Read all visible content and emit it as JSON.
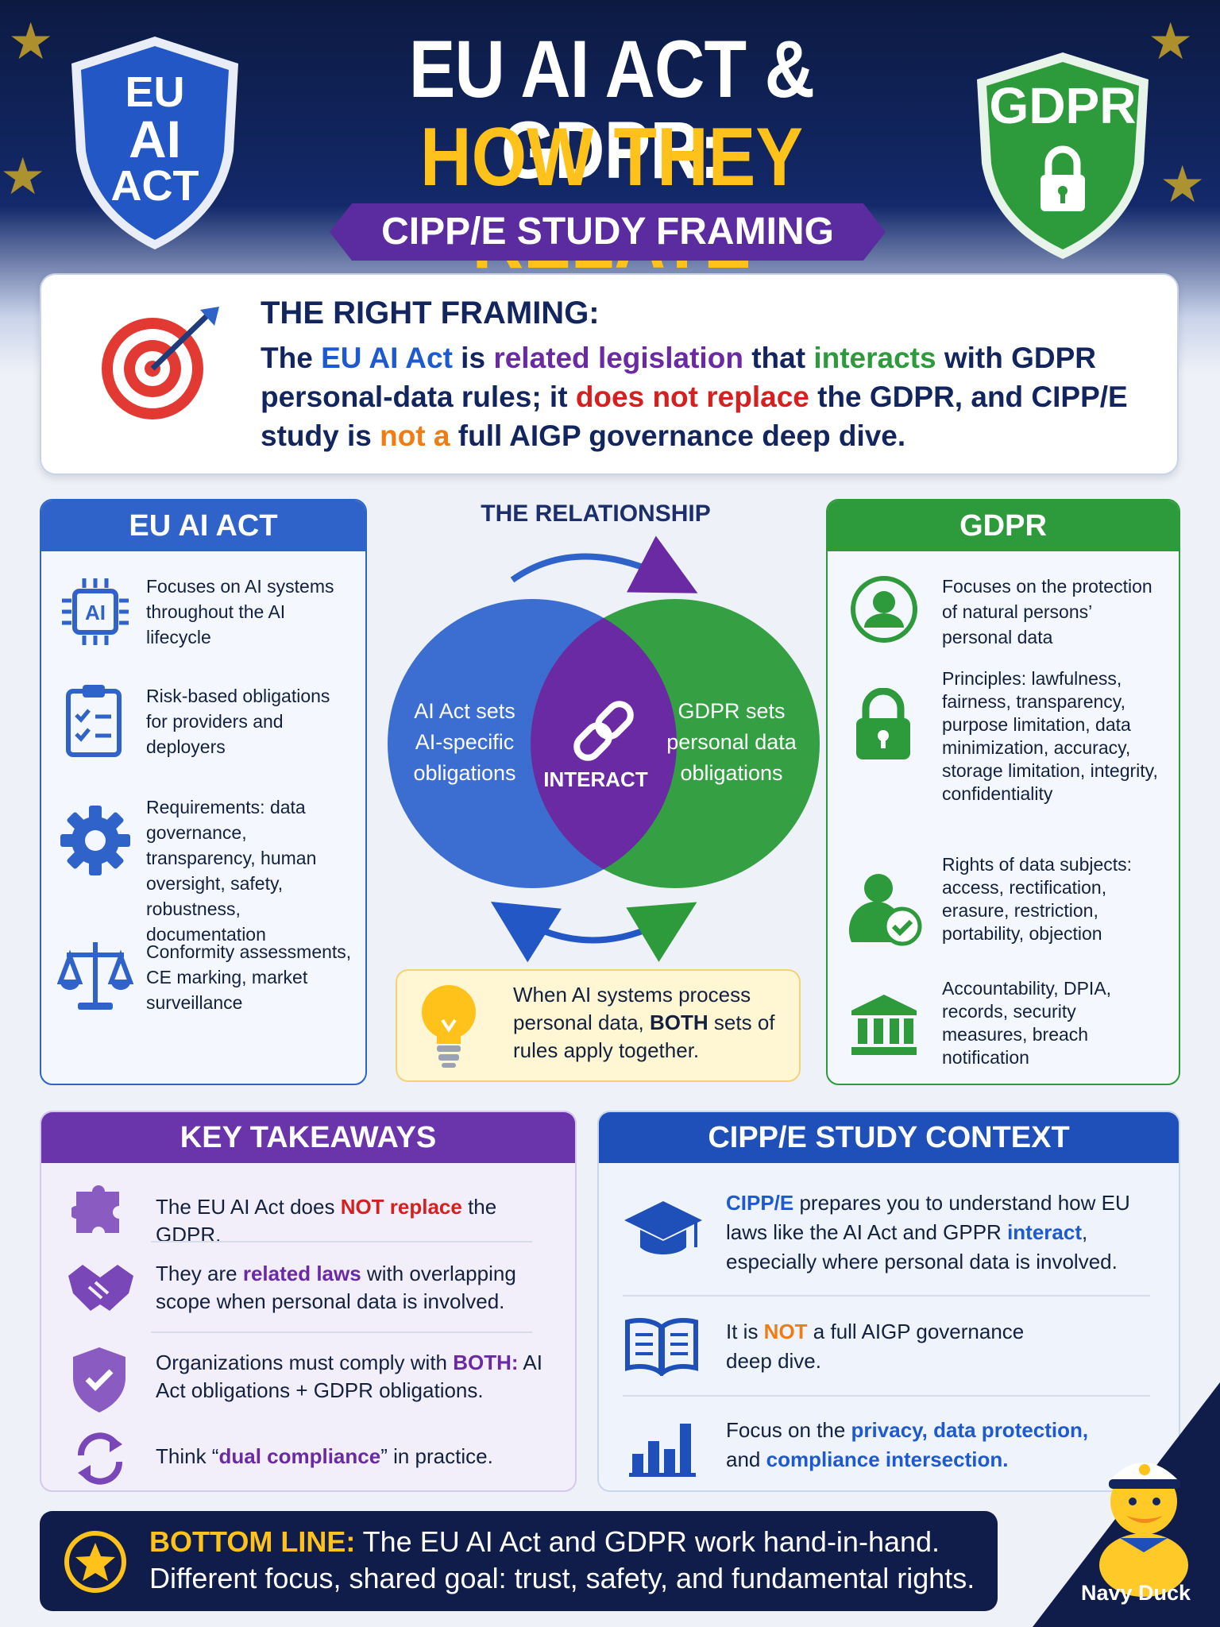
{
  "header": {
    "left_badge": [
      "EU",
      "AI",
      "ACT"
    ],
    "right_badge": "GDPR",
    "title_line1": "EU AI ACT & GDPR:",
    "title_line2": "HOW THEY RELATE",
    "subtitle": "CIPP/E STUDY FRAMING"
  },
  "framing": {
    "title": "THE RIGHT FRAMING:",
    "segments": [
      {
        "text": "The ",
        "color": "default"
      },
      {
        "text": "EU AI Act",
        "color": "blue"
      },
      {
        "text": " is ",
        "color": "default"
      },
      {
        "text": "related legislation",
        "color": "purple"
      },
      {
        "text": " that ",
        "color": "default"
      },
      {
        "text": "interacts",
        "color": "green"
      },
      {
        "text": " with GDPR personal-data rules; it ",
        "color": "default"
      },
      {
        "text": "does not replace",
        "color": "red"
      },
      {
        "text": " the GDPR, and CIPP/E study is ",
        "color": "default"
      },
      {
        "text": "not a",
        "color": "orange"
      },
      {
        "text": " full AIGP governance deep dive.",
        "color": "default"
      }
    ]
  },
  "ai_act_panel": {
    "title": "EU AI ACT",
    "items": [
      {
        "icon": "ai-chip-icon",
        "text": "Focuses on AI systems throughout the AI lifecycle"
      },
      {
        "icon": "clipboard-checklist-icon",
        "text": "Risk-based obligations for providers and deployers"
      },
      {
        "icon": "gear-icon",
        "text": "Requirements: data governance, transparency, human oversight, safety, robustness, documentation"
      },
      {
        "icon": "scales-icon",
        "text": "Conformity assessments, CE marking, market surveillance"
      }
    ],
    "chip_label": "AI"
  },
  "relationship": {
    "title": "THE RELATIONSHIP",
    "left_circle": [
      "AI Act sets",
      "AI-specific",
      "obligations"
    ],
    "right_circle": [
      "GDPR sets",
      "personal data",
      "obligations"
    ],
    "overlap": "INTERACT",
    "note_segments": [
      {
        "text": "When AI systems process personal data, ",
        "bold": false
      },
      {
        "text": "BOTH",
        "bold": true
      },
      {
        "text": " sets of rules apply together.",
        "bold": false
      }
    ]
  },
  "gdpr_panel": {
    "title": "GDPR",
    "items": [
      {
        "icon": "person-icon",
        "text": "Focuses on the protection of natural persons’ personal data"
      },
      {
        "icon": "lock-icon",
        "text": "Principles: lawfulness, fairness, transparency, purpose limitation, data minimization, accuracy, storage limitation, integrity, confidentiality"
      },
      {
        "icon": "person-check-icon",
        "text": "Rights of data subjects: access, rectification, erasure, restriction, portability, objection"
      },
      {
        "icon": "institution-icon",
        "text": "Accountability, DPIA, records, security measures, breach notification"
      }
    ]
  },
  "key_takeaways": {
    "title": "KEY TAKEAWAYS",
    "rows": [
      {
        "icon": "puzzle-icon",
        "segments": [
          {
            "text": "The EU AI Act does ",
            "style": "plain"
          },
          {
            "text": "NOT replace",
            "style": "red"
          },
          {
            "text": " the GDPR.",
            "style": "plain"
          }
        ]
      },
      {
        "icon": "handshake-icon",
        "segments": [
          {
            "text": "They are ",
            "style": "plain"
          },
          {
            "text": "related laws",
            "style": "purple"
          },
          {
            "text": " with overlapping scope when personal data is involved.",
            "style": "plain"
          }
        ]
      },
      {
        "icon": "shield-check-icon",
        "segments": [
          {
            "text": "Organizations must comply with ",
            "style": "plain"
          },
          {
            "text": "BOTH:",
            "style": "purple"
          },
          {
            "text": " AI Act obligations + GDPR obligations.",
            "style": "plain"
          }
        ]
      },
      {
        "icon": "cycle-arrows-icon",
        "segments": [
          {
            "text": "Think “",
            "style": "plain"
          },
          {
            "text": "dual compliance",
            "style": "purple"
          },
          {
            "text": "” in practice.",
            "style": "plain"
          }
        ]
      }
    ]
  },
  "study_context": {
    "title": "CIPP/E STUDY CONTEXT",
    "rows": [
      {
        "icon": "graduation-cap-icon",
        "segments": [
          {
            "text": "CIPP/E",
            "style": "blue"
          },
          {
            "text": " prepares you to understand how EU laws like the AI Act and GPPR ",
            "style": "plain"
          },
          {
            "text": "interact",
            "style": "blue"
          },
          {
            "text": ", especially where personal data is involved.",
            "style": "plain"
          }
        ]
      },
      {
        "icon": "open-book-icon",
        "segments": [
          {
            "text": "It is ",
            "style": "plain"
          },
          {
            "text": "NOT",
            "style": "orange"
          },
          {
            "text": " a full AIGP governance deep dive.",
            "style": "plain"
          }
        ]
      },
      {
        "icon": "bar-chart-icon",
        "segments": [
          {
            "text": "Focus on the ",
            "style": "plain"
          },
          {
            "text": "privacy, data protection,",
            "style": "blue"
          },
          {
            "text": " and ",
            "style": "plain"
          },
          {
            "text": "compliance intersection.",
            "style": "blue"
          }
        ]
      }
    ]
  },
  "bottom_line": {
    "label": "BOTTOM LINE:",
    "text": " The EU AI Act and GDPR work hand-in-hand. Different focus, shared goal: trust, safety, and fundamental rights."
  },
  "mascot": {
    "label": "Navy Duck"
  },
  "colors": {
    "navy": "#101d4b",
    "blue": "#1d5ad0",
    "green": "#2d9a3b",
    "purple": "#6a2aa4",
    "gold": "#ffc21a",
    "red": "#d5201f",
    "orange": "#ef7d14"
  }
}
